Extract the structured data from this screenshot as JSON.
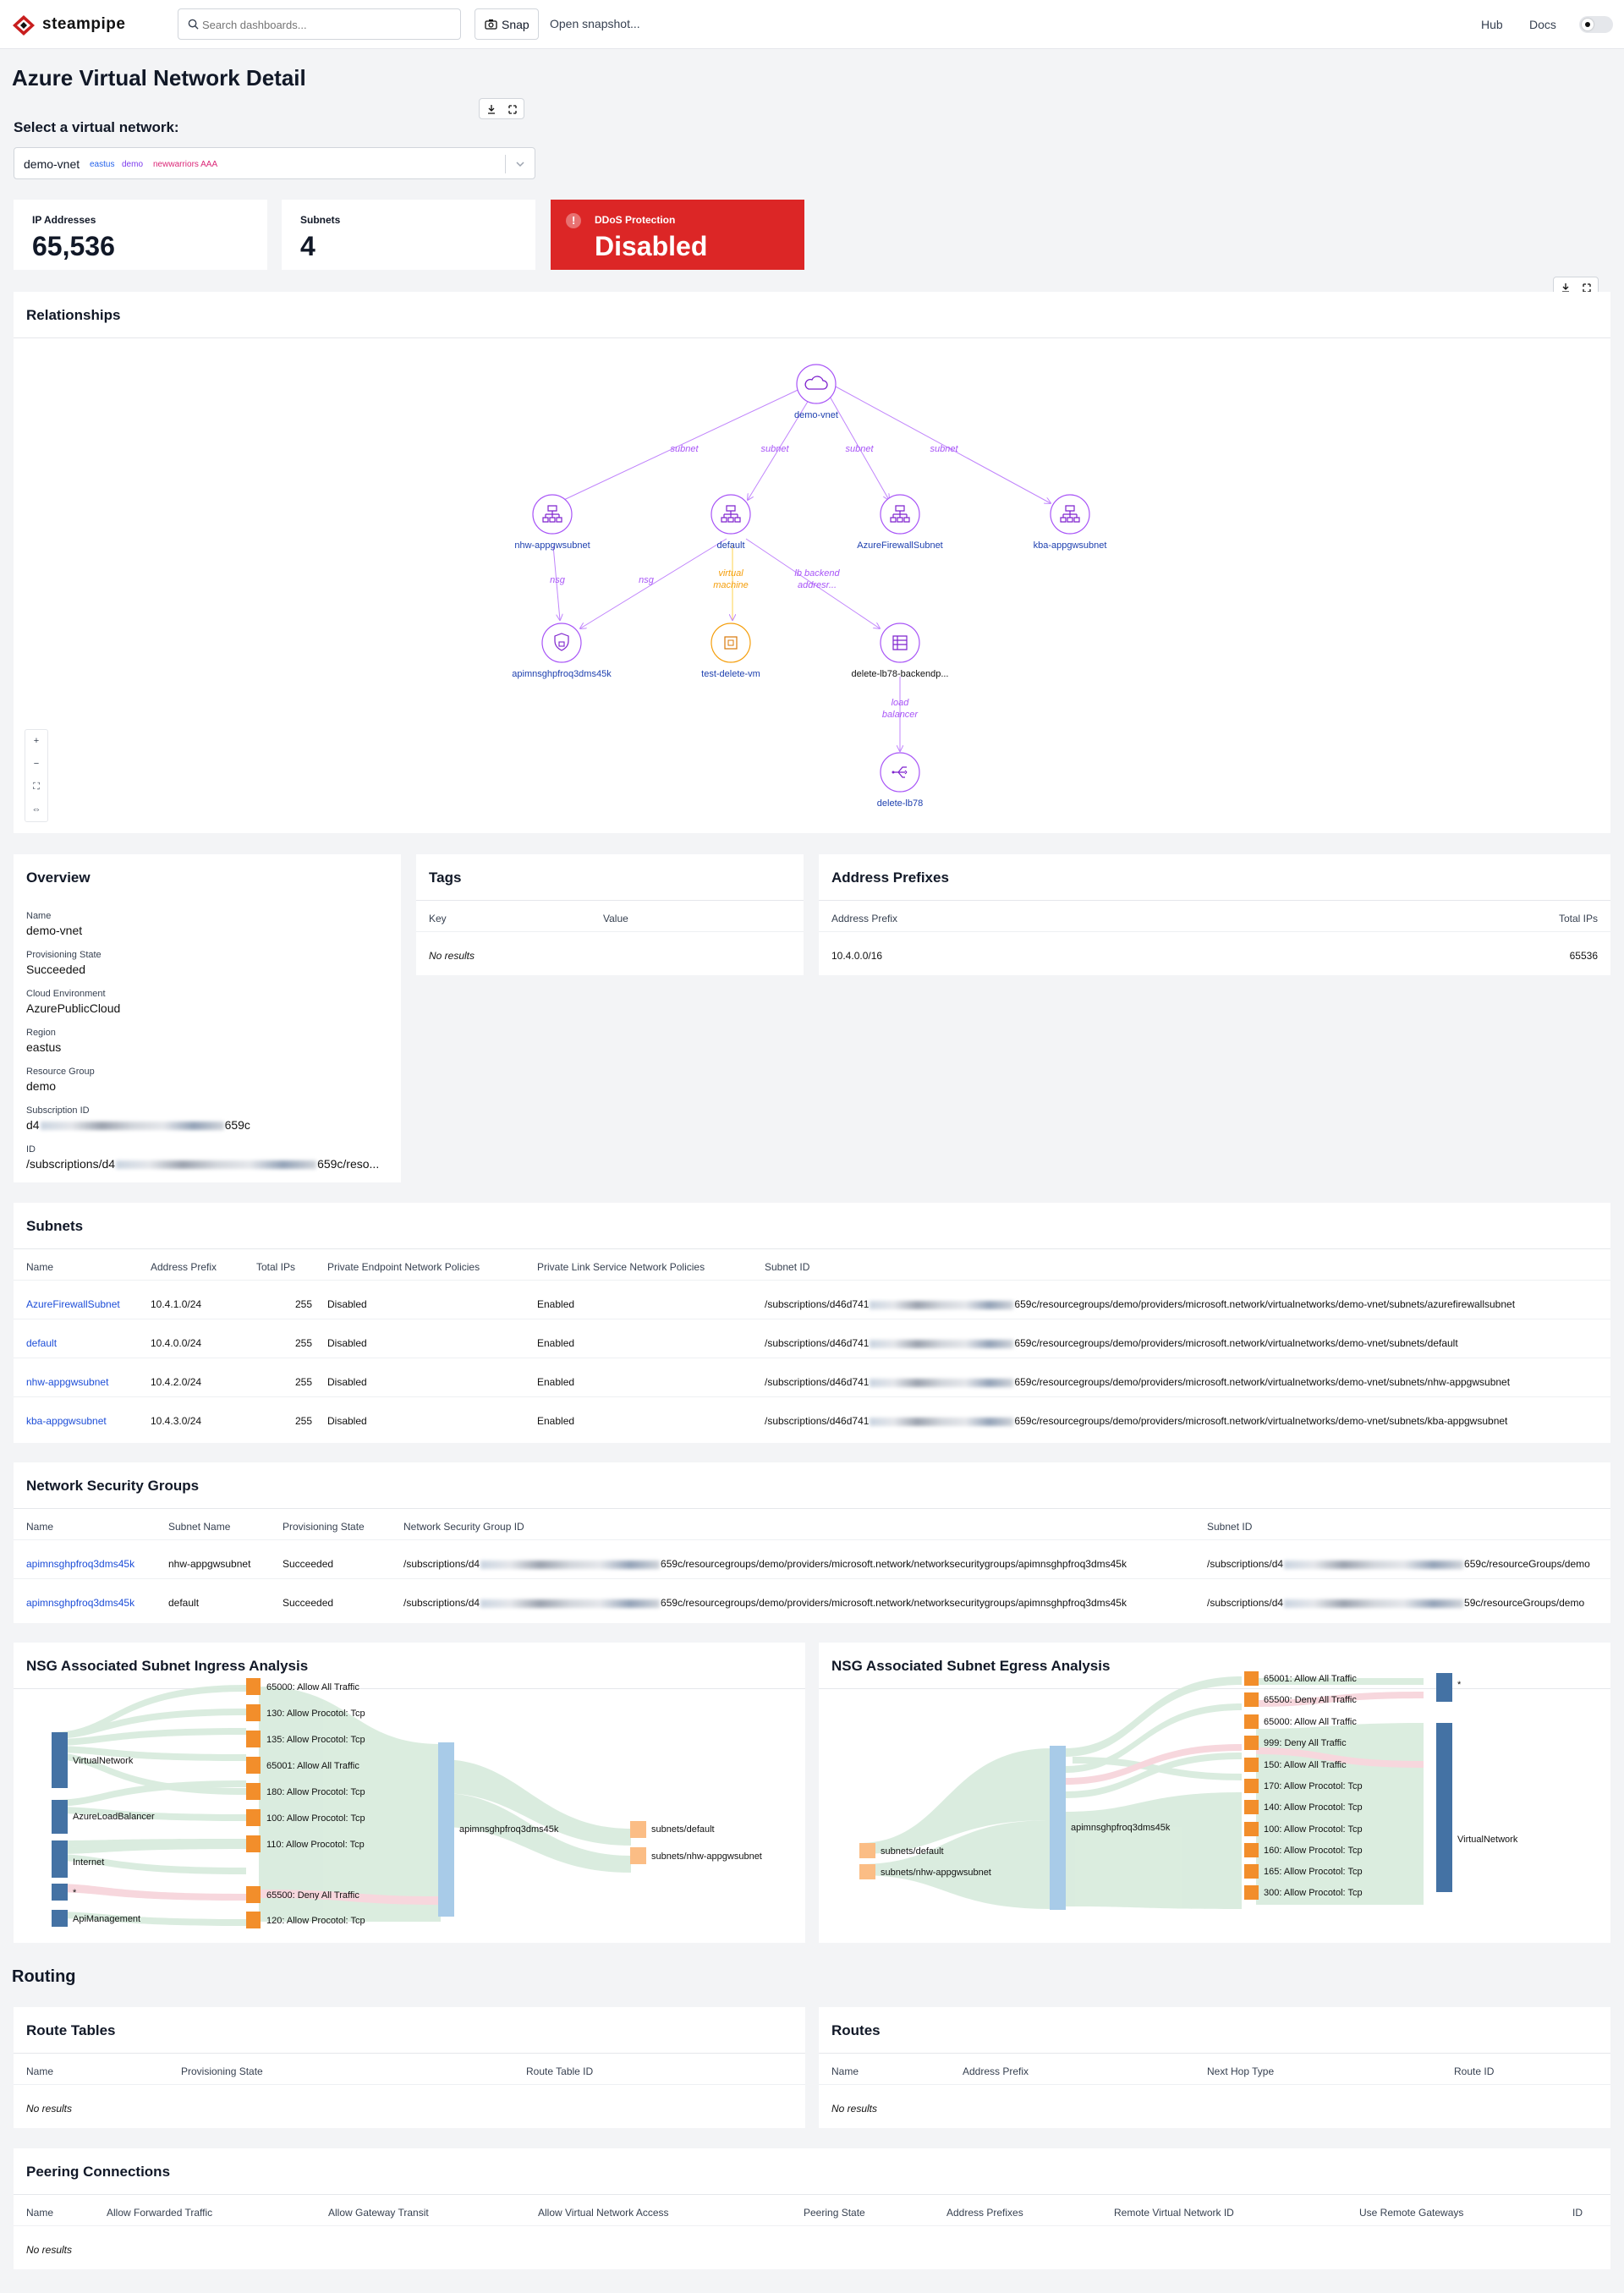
{
  "nav": {
    "brand": "steampipe",
    "search_placeholder": "Search dashboards...",
    "snap_label": "Snap",
    "open_snapshot": "Open snapshot...",
    "hub": "Hub",
    "docs": "Docs"
  },
  "page": {
    "title": "Azure Virtual Network Detail",
    "select_label": "Select a virtual network:",
    "selected": {
      "name": "demo-vnet",
      "region": "eastus",
      "group": "demo",
      "subscription": "newwarriors AAA"
    }
  },
  "kpis": [
    {
      "label": "IP Addresses",
      "value": "65,536"
    },
    {
      "label": "Subnets",
      "value": "4"
    },
    {
      "label": "DDoS Protection",
      "value": "Disabled",
      "status": "alert",
      "color": "#dc2626"
    }
  ],
  "relationships": {
    "title": "Relationships",
    "nodes": {
      "vnet": "demo-vnet",
      "subnet1": "nhw-appgwsubnet",
      "subnet2": "default",
      "subnet3": "AzureFirewallSubnet",
      "subnet4": "kba-appgwsubnet",
      "nsg": "apimnsghpfroq3dms45k",
      "vm": "test-delete-vm",
      "pool": "delete-lb78-backendp...",
      "lb": "delete-lb78"
    },
    "edge_labels": {
      "subnet": "subnet",
      "nsg": "nsg",
      "vm1": "virtual",
      "vm2": "machine",
      "lb_pool1": "lb backend",
      "lb_pool2": "addresr...",
      "lb1": "load",
      "lb2": "balancer"
    },
    "controls": [
      "+",
      "−",
      "⛶",
      "⇔"
    ]
  },
  "overview": {
    "title": "Overview",
    "fields": [
      {
        "label": "Name",
        "value": "demo-vnet"
      },
      {
        "label": "Provisioning State",
        "value": "Succeeded"
      },
      {
        "label": "Cloud Environment",
        "value": "AzurePublicCloud"
      },
      {
        "label": "Region",
        "value": "eastus"
      },
      {
        "label": "Resource Group",
        "value": "demo"
      },
      {
        "label": "Subscription ID",
        "value_prefix": "d4",
        "value_suffix": "659c"
      },
      {
        "label": "ID",
        "value_prefix": "/subscriptions/d4",
        "value_suffix": "659c/reso..."
      }
    ]
  },
  "tags": {
    "title": "Tags",
    "columns": [
      "Key",
      "Value"
    ],
    "empty": "No results"
  },
  "address_prefixes": {
    "title": "Address Prefixes",
    "columns": [
      "Address Prefix",
      "Total IPs"
    ],
    "rows": [
      {
        "prefix": "10.4.0.0/16",
        "total": "65536"
      }
    ]
  },
  "subnets": {
    "title": "Subnets",
    "columns": [
      "Name",
      "Address Prefix",
      "Total IPs",
      "Private Endpoint Network Policies",
      "Private Link Service Network Policies",
      "Subnet ID"
    ],
    "rows": [
      {
        "name": "AzureFirewallSubnet",
        "prefix": "10.4.1.0/24",
        "total": "255",
        "pe": "Disabled",
        "pls": "Enabled",
        "id_a": "/subscriptions/d46d741",
        "id_b": "659c/resourcegroups/demo/providers/microsoft.network/virtualnetworks/demo-vnet/subnets/azurefirewallsubnet"
      },
      {
        "name": "default",
        "prefix": "10.4.0.0/24",
        "total": "255",
        "pe": "Disabled",
        "pls": "Enabled",
        "id_a": "/subscriptions/d46d741",
        "id_b": "659c/resourcegroups/demo/providers/microsoft.network/virtualnetworks/demo-vnet/subnets/default"
      },
      {
        "name": "nhw-appgwsubnet",
        "prefix": "10.4.2.0/24",
        "total": "255",
        "pe": "Disabled",
        "pls": "Enabled",
        "id_a": "/subscriptions/d46d741",
        "id_b": "659c/resourcegroups/demo/providers/microsoft.network/virtualnetworks/demo-vnet/subnets/nhw-appgwsubnet"
      },
      {
        "name": "kba-appgwsubnet",
        "prefix": "10.4.3.0/24",
        "total": "255",
        "pe": "Disabled",
        "pls": "Enabled",
        "id_a": "/subscriptions/d46d741",
        "id_b": "659c/resourcegroups/demo/providers/microsoft.network/virtualnetworks/demo-vnet/subnets/kba-appgwsubnet"
      }
    ]
  },
  "nsgs": {
    "title": "Network Security Groups",
    "columns": [
      "Name",
      "Subnet Name",
      "Provisioning State",
      "Network Security Group ID",
      "Subnet ID"
    ],
    "rows": [
      {
        "name": "apimnsghpfroq3dms45k",
        "subnet": "nhw-appgwsubnet",
        "state": "Succeeded",
        "id_a": "/subscriptions/d4",
        "id_b": "659c/resourcegroups/demo/providers/microsoft.network/networksecuritygroups/apimnsghpfroq3dms45k",
        "sid_a": "/subscriptions/d4",
        "sid_b": "659c/resourceGroups/demo"
      },
      {
        "name": "apimnsghpfroq3dms45k",
        "subnet": "default",
        "state": "Succeeded",
        "id_a": "/subscriptions/d4",
        "id_b": "659c/resourcegroups/demo/providers/microsoft.network/networksecuritygroups/apimnsghpfroq3dms45k",
        "sid_a": "/subscriptions/d4",
        "sid_b": "59c/resourceGroups/demo"
      }
    ]
  },
  "ingress": {
    "title": "NSG Associated Subnet Ingress Analysis",
    "sources": [
      "VirtualNetwork",
      "AzureLoadBalancer",
      "Internet",
      "*",
      "ApiManagement"
    ],
    "rules": [
      "65000: Allow All Traffic",
      "130: Allow Procotol: Tcp",
      "135: Allow Procotol: Tcp",
      "65001: Allow All Traffic",
      "180: Allow Procotol: Tcp",
      "100: Allow Procotol: Tcp",
      "110: Allow Procotol: Tcp",
      "65500: Deny All Traffic",
      "120: Allow Procotol: Tcp"
    ],
    "nsg": "apimnsghpfroq3dms45k",
    "targets": [
      "subnets/default",
      "subnets/nhw-appgwsubnet"
    ]
  },
  "egress": {
    "title": "NSG Associated Subnet Egress Analysis",
    "sources": [
      "subnets/default",
      "subnets/nhw-appgwsubnet"
    ],
    "nsg": "apimnsghpfroq3dms45k",
    "rules": [
      "65001: Allow All Traffic",
      "65500: Deny All Traffic",
      "65000: Allow All Traffic",
      "999: Deny All Traffic",
      "150: Allow All Traffic",
      "170: Allow Procotol: Tcp",
      "140: Allow Procotol: Tcp",
      "100: Allow Procotol: Tcp",
      "160: Allow Procotol: Tcp",
      "165: Allow Procotol: Tcp",
      "300: Allow Procotol: Tcp"
    ],
    "targets": [
      "*",
      "VirtualNetwork"
    ]
  },
  "routing": {
    "title": "Routing",
    "route_tables": {
      "title": "Route Tables",
      "columns": [
        "Name",
        "Provisioning State",
        "Route Table ID"
      ],
      "empty": "No results"
    },
    "routes": {
      "title": "Routes",
      "columns": [
        "Name",
        "Address Prefix",
        "Next Hop Type",
        "Route ID"
      ],
      "empty": "No results"
    },
    "peering": {
      "title": "Peering Connections",
      "columns": [
        "Name",
        "Allow Forwarded Traffic",
        "Allow Gateway Transit",
        "Allow Virtual Network Access",
        "Peering State",
        "Address Prefixes",
        "Remote Virtual Network ID",
        "Use Remote Gateways",
        "ID"
      ],
      "empty": "No results"
    }
  },
  "colors": {
    "accent": "#9333ea",
    "link": "#1d4ed8",
    "alert": "#dc2626",
    "vm": "#f59e0b",
    "source_node": "#4472a4",
    "rule_node": "#f28e2b",
    "allow_flow": "#d7ebdc",
    "deny_flow": "#f7d7dd"
  }
}
